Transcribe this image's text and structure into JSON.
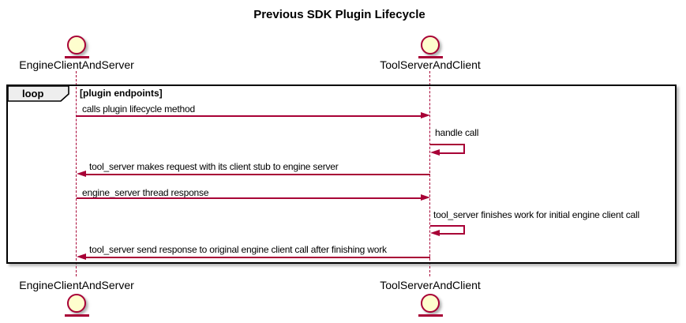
{
  "title": "Previous SDK Plugin Lifecycle",
  "participants": [
    {
      "name": "EngineClientAndServer",
      "type": "entity"
    },
    {
      "name": "ToolServerAndClient",
      "type": "entity"
    }
  ],
  "loop_frame": {
    "operator": "loop",
    "guard": "[plugin endpoints]"
  },
  "messages": [
    {
      "text": "calls plugin lifecycle method",
      "from": "EngineClientAndServer",
      "to": "ToolServerAndClient",
      "direction": "right"
    },
    {
      "text": "handle call",
      "from": "ToolServerAndClient",
      "to": "ToolServerAndClient",
      "direction": "self"
    },
    {
      "text": "tool_server makes request with its client stub to engine server",
      "from": "ToolServerAndClient",
      "to": "EngineClientAndServer",
      "direction": "left"
    },
    {
      "text": "engine_server thread response",
      "from": "EngineClientAndServer",
      "to": "ToolServerAndClient",
      "direction": "right"
    },
    {
      "text": "tool_server finishes work for initial engine client call",
      "from": "ToolServerAndClient",
      "to": "ToolServerAndClient",
      "direction": "self"
    },
    {
      "text": "tool_server send response to original engine client call after finishing work",
      "from": "ToolServerAndClient",
      "to": "EngineClientAndServer",
      "direction": "left"
    }
  ],
  "colors": {
    "arrow": "#A80036",
    "lifeline": "#A80036",
    "entity_fill": "#FEFECE",
    "entity_border": "#A80036",
    "frame_border": "#000000",
    "pentagon_fill": "#EEEEEE",
    "text": "#000000",
    "background": "#FFFFFF"
  }
}
